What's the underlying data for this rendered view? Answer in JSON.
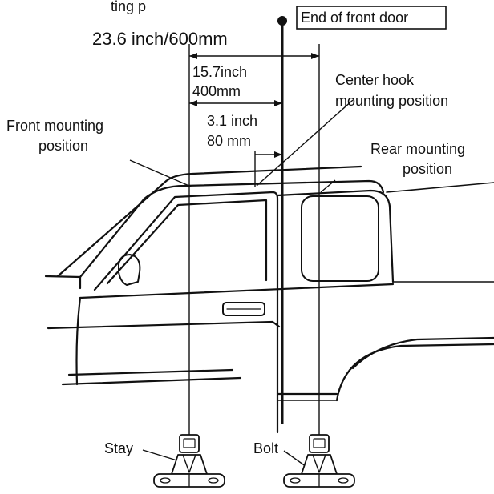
{
  "labels": {
    "top_partial": "ting p",
    "total_measure": "23.6 inch/600mm",
    "end_of_front_door": "End of front door",
    "front_to_center_inch": "15.7inch",
    "front_to_center_mm": "400mm",
    "center_to_rear_inch": "3.1 inch",
    "center_to_rear_mm": "80  mm",
    "center_hook_line1": "Center hook",
    "center_hook_line2": "mounting position",
    "front_mounting_line1": "Front mounting",
    "front_mounting_line2": "position",
    "rear_mounting_line1": "Rear mounting",
    "rear_mounting_line2": "position",
    "stay": "Stay",
    "bolt": "Bolt"
  },
  "colors": {
    "ink": "#111111",
    "background": "#ffffff"
  },
  "icons": [
    "end-marker-dot-icon",
    "stay-bracket-icon",
    "bolt-bracket-icon"
  ]
}
